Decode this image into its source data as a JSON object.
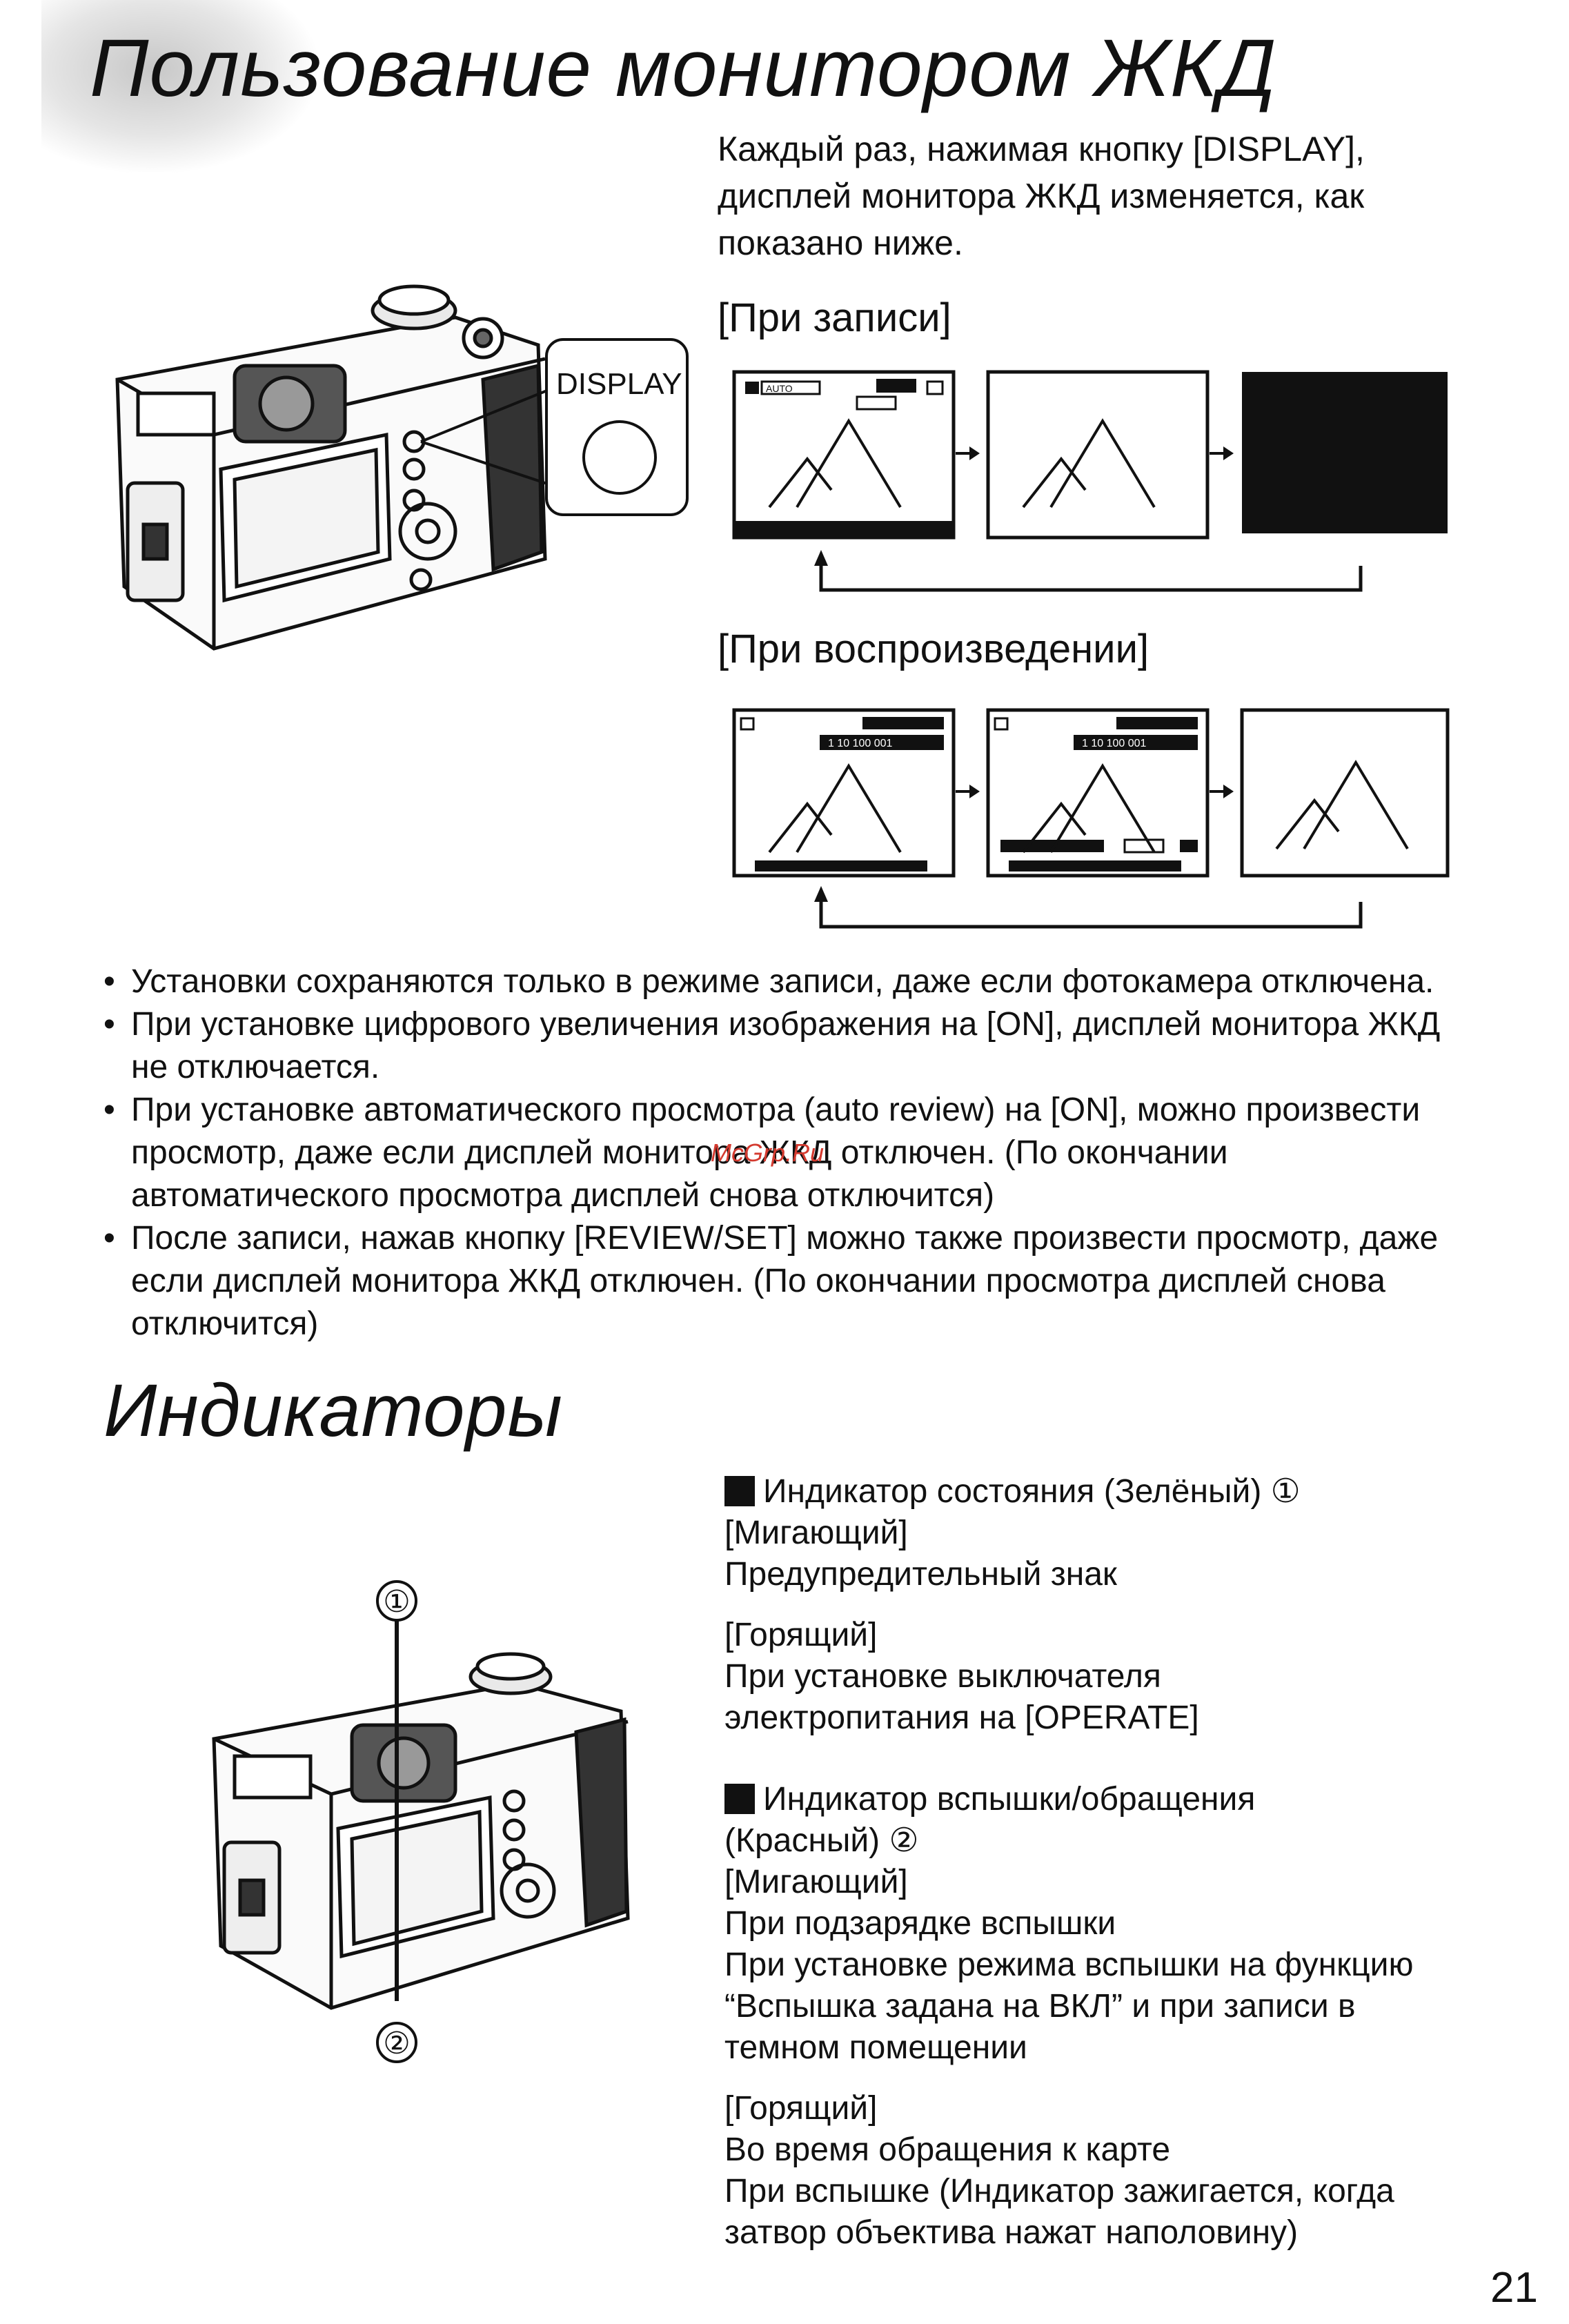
{
  "header": {
    "title": "Пользование монитором ЖКД"
  },
  "intro": {
    "line1": "Каждый раз, нажимая кнопку [DISPLAY],",
    "line2": "дисплей монитора ЖКД изменяется, как",
    "line3": "показано ниже."
  },
  "camera_top": {
    "display_label": "DISPLAY"
  },
  "recording": {
    "label": "[При записи]",
    "screen1_text": "AUTO"
  },
  "playback": {
    "label": "[При воспроизведении]",
    "counter_text": "1  10  100  001"
  },
  "notes": [
    "Установки сохраняются только в режиме записи, даже если фотокамера отключена.",
    "При установке цифрового увеличения изображения на [ON], дисплей монитора ЖКД не отключается.",
    "При установке автоматического просмотра (auto review) на [ON], можно произвести просмотр, даже если дисплей монитора ЖКД отключен. (По окончании автоматического просмотра дисплей снова отключится)",
    "После записи, нажав кнопку [REVIEW/SET] можно также произвести просмотр, даже если дисплей монитора ЖКД отключен. (По окончании просмотра дисплей снова отключится)"
  ],
  "indicators": {
    "title": "Индикаторы",
    "callout1": "①",
    "callout2": "②",
    "status": {
      "heading": "Индикатор состояния (Зелёный) ①",
      "blink_label": "[Мигающий]",
      "blink_text": "Предупредительный знак",
      "lit_label": "[Горящий]",
      "lit_text1": "При установке выключателя",
      "lit_text2": "электропитания на [OPERATE]"
    },
    "flash": {
      "heading1": "Индикатор вспышки/обращения",
      "heading2": "(Красный) ②",
      "blink_label": "[Мигающий]",
      "blink_text1": "При подзарядке вспышки",
      "blink_text2": "При установке режима вспышки на функцию",
      "blink_text3": "“Вспышка задана на ВКЛ” и при записи в",
      "blink_text4": "темном помещении",
      "lit_label": "[Горящий]",
      "lit_text1": "Во время обращения к карте",
      "lit_text2": "При вспышке (Индикатор зажигается, когда",
      "lit_text3": "затвор объектива нажат наполовину)"
    }
  },
  "watermark": "McGrp.Ru",
  "page_number": "21"
}
